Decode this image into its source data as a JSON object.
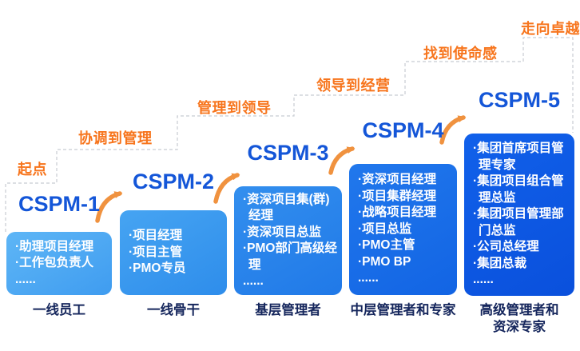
{
  "diagram": {
    "type": "career-ladder-staircase",
    "stages": [
      {
        "label": "起点"
      },
      {
        "label": "协调到管理"
      },
      {
        "label": "管理到领导"
      },
      {
        "label": "领导到经营"
      },
      {
        "label": "找到使命感"
      },
      {
        "label": "走向卓越"
      }
    ],
    "columns": [
      {
        "level": "CSPM-1",
        "roles": [
          "·助理项目经理",
          "·工作包负责人",
          "......"
        ],
        "category": "一线员工"
      },
      {
        "level": "CSPM-2",
        "roles": [
          "·项目经理",
          "·项目主管",
          "·PMO专员"
        ],
        "category": "一线骨干"
      },
      {
        "level": "CSPM-3",
        "roles": [
          "·资深项目集(群)经理",
          "·资深项目总监",
          "·PMO部门高级经理",
          "......"
        ],
        "category": "基层管理者"
      },
      {
        "level": "CSPM-4",
        "roles": [
          "·资深项目经理",
          "·项目集群经理",
          "·战略项目经理",
          "·项目总监",
          "·PMO主管",
          "·PMO BP",
          "......"
        ],
        "category": "中层管理者和专家"
      },
      {
        "level": "CSPM-5",
        "roles": [
          "·集团首席项目管理专家",
          "·集团项目组合管理总监",
          "·集团项目管理部门总监",
          "·公司总经理",
          "·集团总裁",
          "......"
        ],
        "category": "高级管理者和资深专家"
      }
    ],
    "colors": {
      "stage_orange": "#f7751d",
      "arrow_orange": "#f0923f",
      "title_blue": "#1456d8",
      "category_navy": "#15265c",
      "dashed_line_gray": "#c8ccd2",
      "box_gradients": [
        [
          "#5eb6f6",
          "#3f9cf0"
        ],
        [
          "#46a4f2",
          "#2e8deb"
        ],
        [
          "#338fee",
          "#2079e8"
        ],
        [
          "#2178ec",
          "#1264e4"
        ],
        [
          "#1161ea",
          "#0a50dc"
        ]
      ]
    }
  }
}
